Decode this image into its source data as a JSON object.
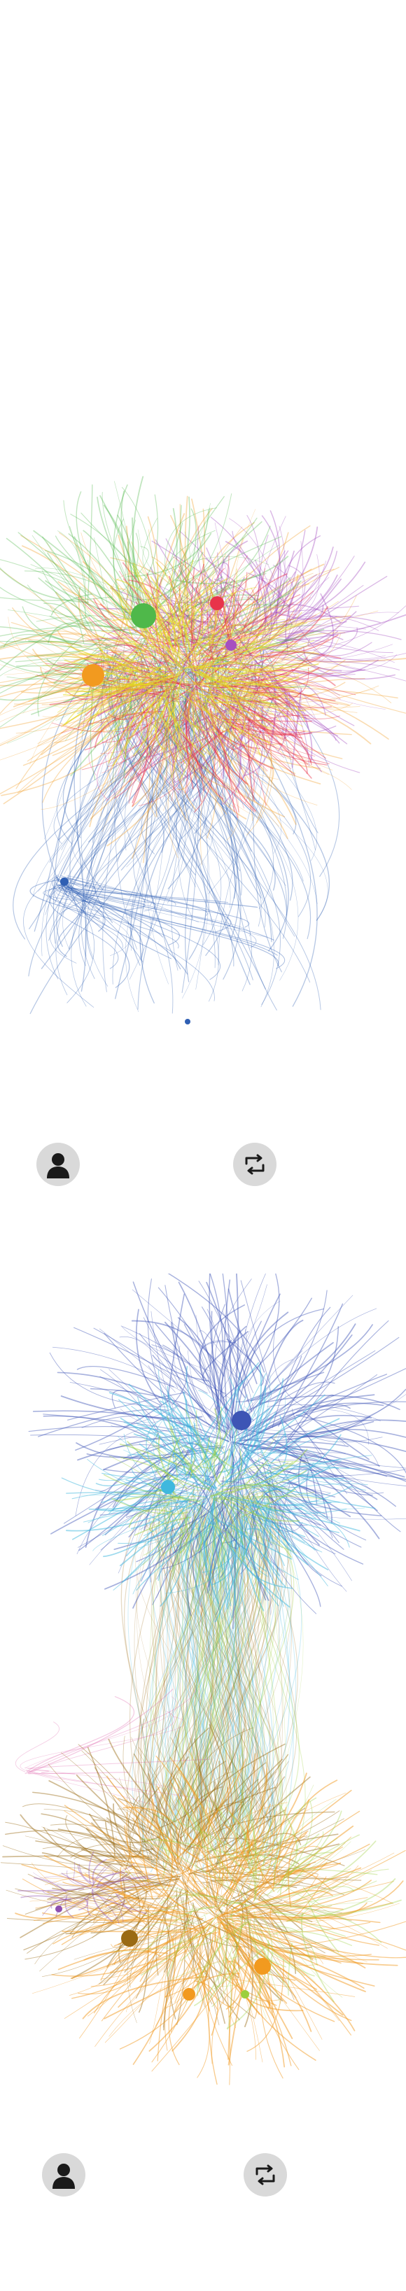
{
  "graphs": [
    {
      "id": "top",
      "clusters": [
        {
          "name": "green",
          "color": "#4fb84a"
        },
        {
          "name": "red",
          "color": "#e8334a"
        },
        {
          "name": "purple",
          "color": "#a64fc0"
        },
        {
          "name": "orange",
          "color": "#f29a1f"
        },
        {
          "name": "yellow",
          "color": "#e5d91e"
        },
        {
          "name": "pink",
          "color": "#e06bb0"
        },
        {
          "name": "blue",
          "color": "#2f5fb3"
        }
      ]
    },
    {
      "id": "bottom",
      "clusters": [
        {
          "name": "blue",
          "color": "#3d55b5"
        },
        {
          "name": "cyan",
          "color": "#3fb8de"
        },
        {
          "name": "lime",
          "color": "#9ccf3c"
        },
        {
          "name": "brown",
          "color": "#9a6a14"
        },
        {
          "name": "orange",
          "color": "#f29a1f"
        },
        {
          "name": "purple",
          "color": "#8e4fb0"
        },
        {
          "name": "pink",
          "color": "#e06bb0"
        }
      ]
    }
  ],
  "actions": [
    {
      "position": "top",
      "avatar_icon": "user-icon",
      "repost_icon": "repost-icon"
    },
    {
      "position": "bottom",
      "avatar_icon": "user-icon",
      "repost_icon": "repost-icon"
    }
  ],
  "colors": {
    "button_background": "#d9d9d9",
    "icon": "#1a1a1a",
    "page_background": "#ffffff"
  }
}
